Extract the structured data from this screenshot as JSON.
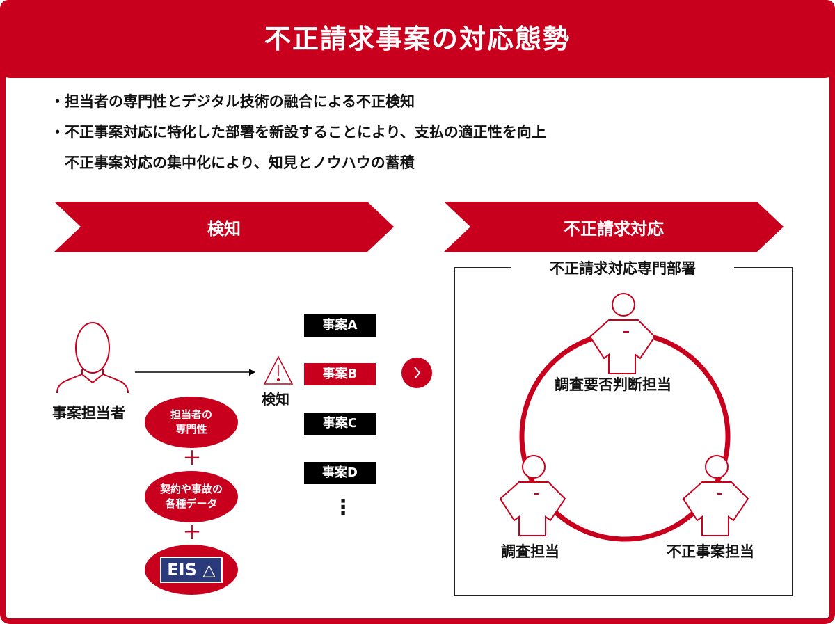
{
  "title": "不正請求事案の対応態勢",
  "bullets": [
    "・担当者の専門性とデジタル技術の融合による不正検知",
    "・不正事案対応に特化した部署を新設することにより、支払の適正性を向上",
    "　不正事案対応の集中化により、知見とノウハウの蓄積"
  ],
  "left_section": {
    "label": "検知",
    "person": "事案担当者",
    "detect": "検知",
    "ovals": [
      [
        "担当者の",
        "専門性"
      ],
      [
        "契約や事故の",
        "各種データ"
      ]
    ],
    "plus": "＋",
    "logo": "EIS",
    "cases": [
      "事案A",
      "事案B",
      "事案C",
      "事案D"
    ],
    "ellipsis": "⋮"
  },
  "right_section": {
    "label": "不正請求対応",
    "dept": "不正請求対応専門部署",
    "roles": [
      "調査要否判断担当",
      "調査担当",
      "不正事案担当"
    ]
  },
  "colors": {
    "accent": "#c8001e"
  }
}
